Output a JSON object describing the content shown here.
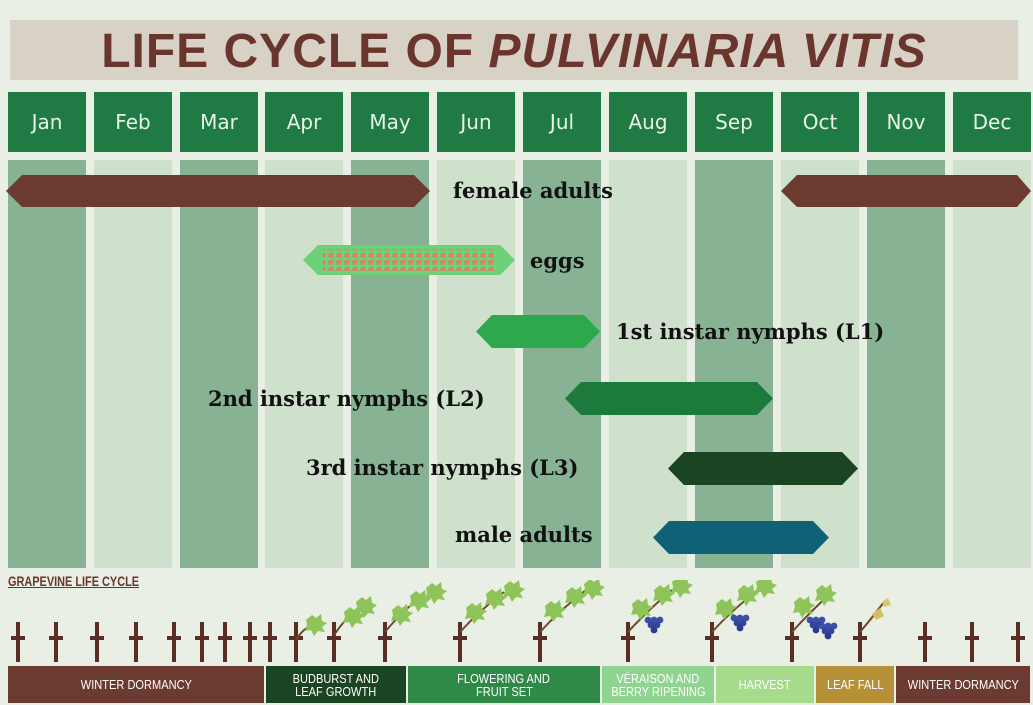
{
  "title": {
    "part1": "LIFE CYCLE OF ",
    "part2": "PULVINARIA VITIS"
  },
  "months": [
    "Jan",
    "Feb",
    "Mar",
    "Apr",
    "May",
    "Jun",
    "Jul",
    "Aug",
    "Sep",
    "Oct",
    "Nov",
    "Dec"
  ],
  "stages": {
    "female_adults": {
      "label": "female adults",
      "color": "#6b3a31"
    },
    "eggs": {
      "label": "eggs",
      "color": "#6fd07a"
    },
    "l1": {
      "label": "1st instar nymphs (L1)",
      "color": "#2ea84d"
    },
    "l2": {
      "label": "2nd instar nymphs (L2)",
      "color": "#1c7b3c"
    },
    "l3": {
      "label": "3rd instar nymphs (L3)",
      "color": "#1a4422"
    },
    "male_adults": {
      "label": "male adults",
      "color": "#0f6276"
    }
  },
  "grapevine": {
    "title": "GRAPEVINE LIFE CYCLE",
    "phases": [
      {
        "line1": "WINTER DORMANCY",
        "line2": "",
        "color": "#6b3a31"
      },
      {
        "line1": "BUDBURST AND",
        "line2": "LEAF GROWTH",
        "color": "#1a4422"
      },
      {
        "line1": "FLOWERING AND",
        "line2": "FRUIT SET",
        "color": "#2f8a48"
      },
      {
        "line1": "VÉRAISON AND",
        "line2": "BERRY RIPENING",
        "color": "#8fd48f"
      },
      {
        "line1": "HARVEST",
        "line2": "",
        "color": "#a6db8c"
      },
      {
        "line1": "LEAF FALL",
        "line2": "",
        "color": "#b69036"
      },
      {
        "line1": "WINTER DORMANCY",
        "line2": "",
        "color": "#6b3a31"
      }
    ]
  }
}
